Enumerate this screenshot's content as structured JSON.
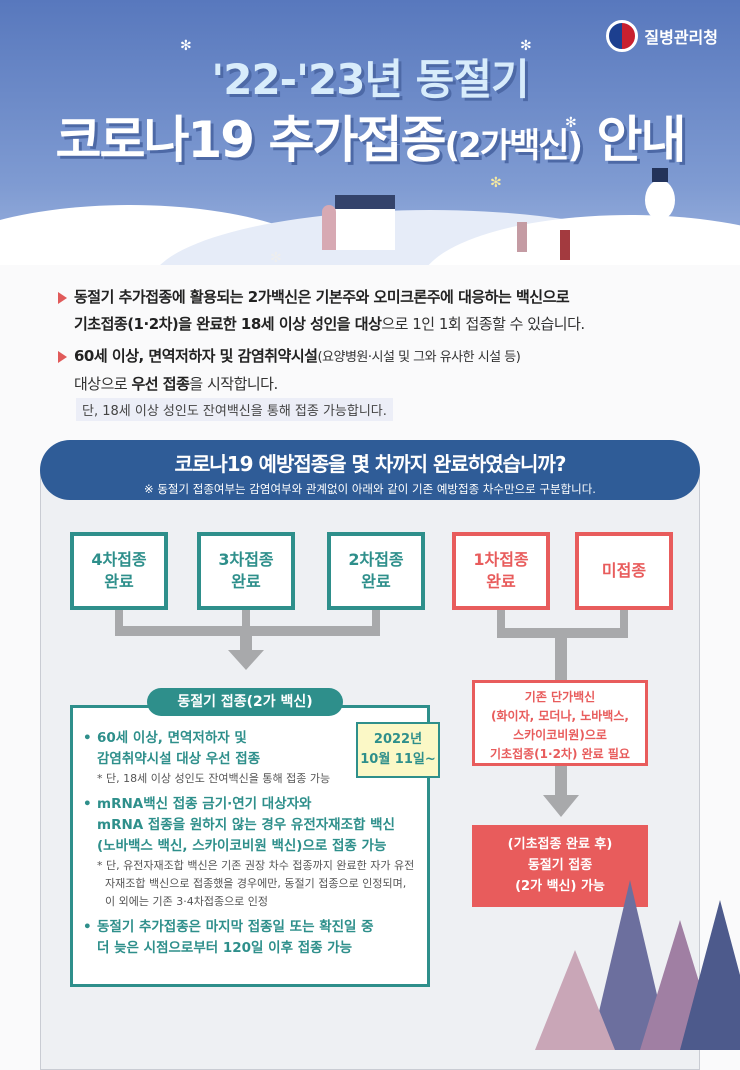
{
  "header": {
    "org": "질병관리청",
    "title_line1": "'22-'23년 동절기",
    "title_line2_main": "코로나19 추가접종",
    "title_line2_paren": "(2가백신)",
    "title_line2_end": "안내"
  },
  "intro": {
    "p1_line1": "동절기 추가접종에 활용되는 2가백신은 기본주와 오미크론주에 대응하는 백신으로",
    "p1_line2_bold": "기초접종(1·2차)을 완료한 18세 이상 성인을 대상",
    "p1_line2_rest": "으로 1인 1회 접종할 수 있습니다.",
    "p2_line1_bold": "60세 이상, 면역저하자 및 감염취약시설",
    "p2_line1_paren": "(요양병원·시설 및 그와 유사한 시설 등)",
    "p2_line2_a": "대상으로 ",
    "p2_line2_bold": "우선 접종",
    "p2_line2_b": "을 시작합니다.",
    "note": "단, 18세 이상 성인도 잔여백신을 통해 접종 가능합니다."
  },
  "panel": {
    "title": "코로나19 예방접종을 몇 차까지 완료하였습니까?",
    "subtitle": "※ 동절기 접종여부는 감염여부와 관계없이 아래와 같이 기존 예방접종 차수만으로 구분합니다.",
    "status_boxes": [
      {
        "line1": "4차접종",
        "line2": "완료"
      },
      {
        "line1": "3차접종",
        "line2": "완료"
      },
      {
        "line1": "2차접종",
        "line2": "완료"
      },
      {
        "line1": "1차접종",
        "line2": "완료"
      },
      {
        "line1": "미접종",
        "line2": ""
      }
    ],
    "winter": {
      "tab": "동절기 접종(2가 백신)",
      "date_line1": "2022년",
      "date_line2": "10월 11일~",
      "item1_l1": "60세 이상, 면역저하자 및",
      "item1_l2": "감염취약시설 대상 우선 접종",
      "item1_note": "* 단, 18세 이상 성인도 잔여백신을 통해 접종 가능",
      "item2_l1": "mRNA백신 접종 금기·연기 대상자와",
      "item2_l2": "mRNA 접종을 원하지 않는 경우 유전자재조합 백신",
      "item2_l3": "(노바백스 백신, 스카이코비원 백신)으로 접종 가능",
      "item2_note": "* 단, 유전자재조합 백신은 기존 권장 차수 접종까지 완료한 자가 유전자재조합 백신으로 접종했을 경우에만, 동절기 접종으로 인정되며, 이 외에는 기존 3·4차접종으로 인정",
      "item3_l1": "동절기 추가접종은 마지막 접종일 또는 확진일 중",
      "item3_l2": "더 늦은 시점으로부터 120일 이후 접종 가능"
    },
    "primary": {
      "l1": "기존 단가백신",
      "l2": "(화이자, 모더나, 노바백스,",
      "l3": "스카이코비원)으로",
      "l4": "기초접종(1·2차) 완료 필요"
    },
    "after": {
      "l1": "(기초접종 완료 후)",
      "l2": "동절기 접종",
      "l3": "(2가 백신) 가능"
    }
  },
  "colors": {
    "teal": "#2e8f8b",
    "red": "#e85c5c",
    "navy": "#2f5c97"
  }
}
